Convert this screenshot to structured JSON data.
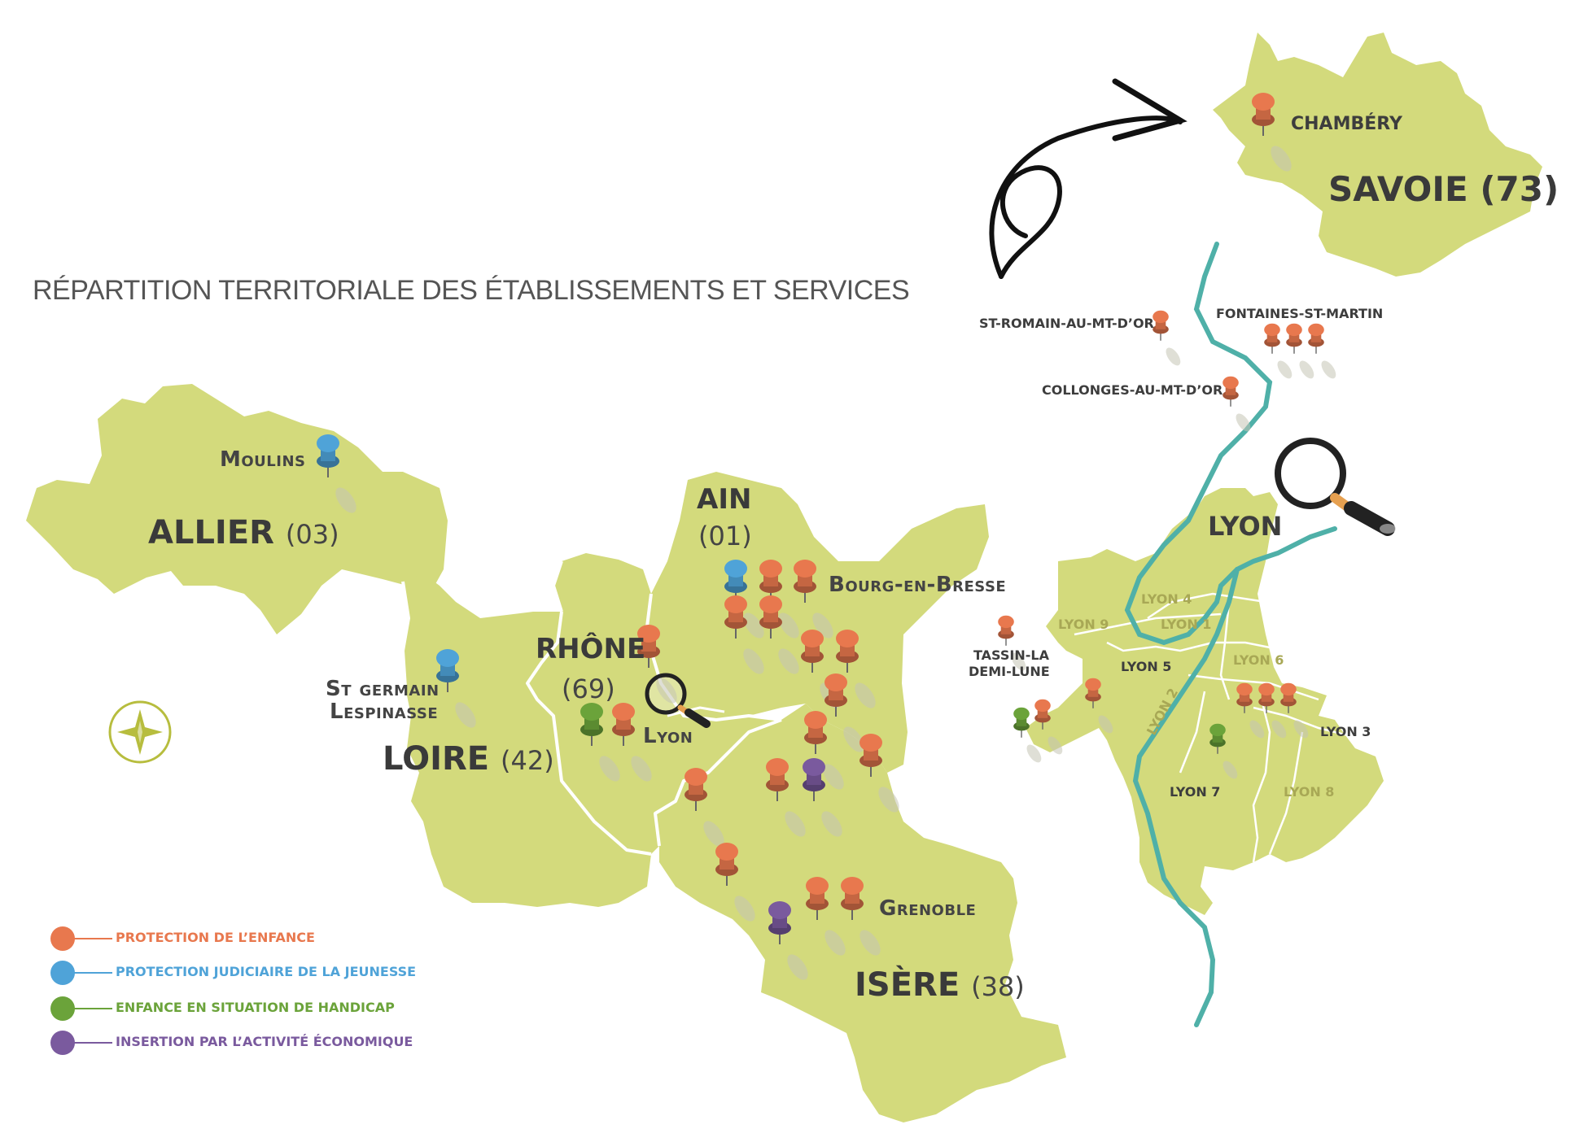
{
  "title": "RÉPARTITION TERRITORIALE DES ÉTABLISSEMENTS ET SERVICES",
  "departments": {
    "allier": {
      "name": "ALLIER",
      "num": "(03)"
    },
    "loire": {
      "name": "LOIRE",
      "num": "(42)"
    },
    "rhone": {
      "name": "RHÔNE",
      "num": "(69)"
    },
    "ain": {
      "name": "AIN",
      "num": "(01)"
    },
    "isere": {
      "name": "ISÈRE",
      "num": "(38)"
    },
    "savoie": {
      "name": "SAVOIE (73)"
    }
  },
  "cities": {
    "moulins": "Moulins",
    "st_germain_1": "St germain",
    "st_germain_2": "Lespinasse",
    "lyon_small": "Lyon",
    "bourg": "Bourg-en-Bresse",
    "grenoble": "Grenoble",
    "chambery": "CHAMBÉRY"
  },
  "inset": {
    "lyon_title": "LYON",
    "st_romain": "ST-ROMAIN-AU-MT-D’OR",
    "fontaines": "FONTAINES-ST-MARTIN",
    "collonges": "COLLONGES-AU-MT-D’OR",
    "tassin_1": "TASSIN-LA",
    "tassin_2": "DEMI-LUNE",
    "arrondissements": {
      "lyon1": "LYON 1",
      "lyon2": "LYON 2",
      "lyon3": "LYON 3",
      "lyon4": "LYON 4",
      "lyon5": "LYON 5",
      "lyon6": "LYON 6",
      "lyon7": "LYON 7",
      "lyon8": "LYON 8",
      "lyon9": "LYON 9"
    }
  },
  "legend": [
    {
      "label": "PROTECTION DE L’ENFANCE",
      "color": "#e8784e"
    },
    {
      "label": "PROTECTION JUDICIAIRE DE LA JEUNESSE",
      "color": "#4fa3d8"
    },
    {
      "label": "ENFANCE EN SITUATION DE HANDICAP",
      "color": "#6ba33a"
    },
    {
      "label": "INSERTION PAR L’ACTIVITÉ ÉCONOMIQUE",
      "color": "#7a5a9e"
    }
  ],
  "colors": {
    "land": "#d3da7c",
    "river": "#4fb0a8",
    "border": "#ffffff",
    "orange": "#e8784e",
    "blue": "#4fa3d8",
    "green": "#6ba33a",
    "purple": "#7a5a9e"
  },
  "icons": [
    "compass-rose-icon",
    "magnifier-icon",
    "curved-arrow-icon",
    "push-pin-icon"
  ]
}
